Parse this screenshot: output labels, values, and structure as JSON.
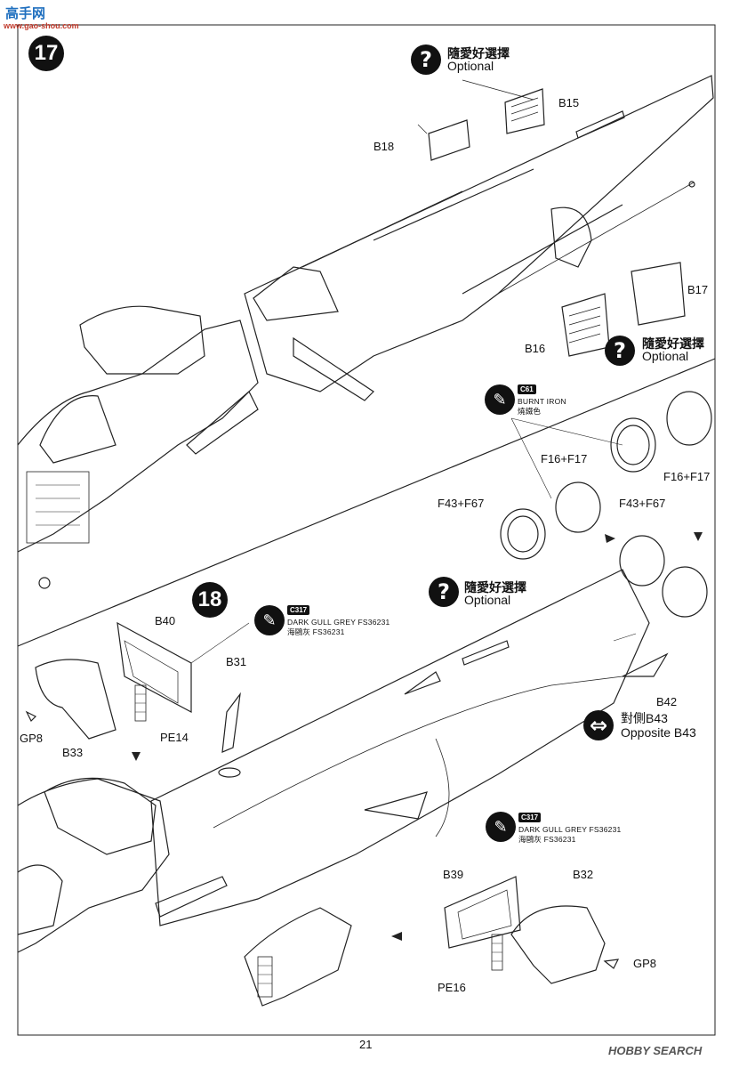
{
  "watermark": {
    "logo": "高手网",
    "url": "www.gao-shou.com"
  },
  "step17": {
    "number": "17",
    "parts": {
      "b18": "B18",
      "b15": "B15",
      "b17": "B17",
      "b16": "B16"
    },
    "optional_top": {
      "cn": "隨愛好選擇",
      "en": "Optional"
    },
    "optional_right": {
      "cn": "隨愛好選擇",
      "en": "Optional"
    }
  },
  "exhaust": {
    "paint": {
      "code": "C61",
      "name_en": "BURNT IRON",
      "name_cn": "燒鐵色",
      "icon": "paint-brush-icon"
    },
    "parts": {
      "f16f17_left": "F16+F17",
      "f16f17_right": "F16+F17",
      "f43f67_left": "F43+F67",
      "f43f67_right": "F43+F67"
    },
    "optional": {
      "cn": "隨愛好選擇",
      "en": "Optional"
    }
  },
  "step18": {
    "number": "18",
    "paint_top": {
      "code": "C317",
      "name_en": "DARK GULL GREY FS36231",
      "name_cn": "海鷗灰 FS36231",
      "icon": "paint-brush-icon"
    },
    "paint_bottom": {
      "code": "C317",
      "name_en": "DARK GULL GREY FS36231",
      "name_cn": "海鷗灰 FS36231",
      "icon": "paint-brush-icon"
    },
    "parts": {
      "b40": "B40",
      "b31": "B31",
      "pe14": "PE14",
      "gp8_left": "GP8",
      "b33": "B33",
      "b42": "B42",
      "b43_cn": "對側B43",
      "b43_en": "Opposite B43",
      "b39": "B39",
      "b32": "B32",
      "pe16": "PE16",
      "gp8_right": "GP8"
    }
  },
  "footer": {
    "page": "21",
    "brand": "HOBBY SEARCH"
  }
}
